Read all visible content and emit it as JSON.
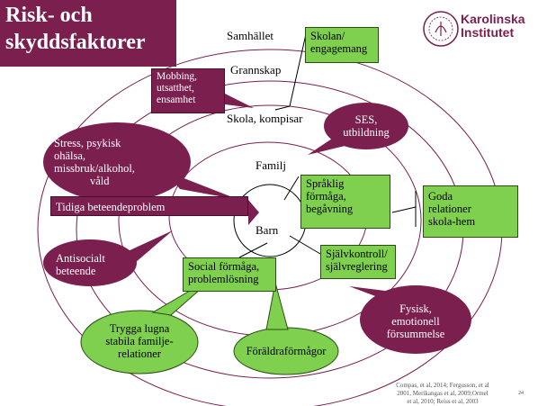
{
  "title": {
    "line1": "Risk- och",
    "line2": "skyddsfaktorer"
  },
  "logo": {
    "line1": "Karolinska",
    "line2": "Institutet",
    "seal_text": "KAROLINSKA INSTITUTET ANNO 1810"
  },
  "levels": {
    "society": "Samhället",
    "neighborhood": "Grannskap",
    "school": "Skola, kompisar",
    "family": "Familj",
    "child": "Barn"
  },
  "protective": {
    "school": {
      "line1": "Skolan/",
      "line2": "engagemang"
    },
    "language": {
      "line1": "Språklig",
      "line2": "förmåga,",
      "line3": "begåvning"
    },
    "relations": {
      "line1": "Goda",
      "line2": "relationer",
      "line3": "skola-hem"
    },
    "selfcontrol": {
      "line1": "Självkontroll/",
      "line2": "självreglering"
    },
    "social": {
      "line1": "Social förmåga,",
      "line2": "problemlösning"
    },
    "family_env": {
      "line1": "Trygga lugna",
      "line2": "stabila familje-",
      "line3": "relationer"
    },
    "parenting": "Föräldraförmågor"
  },
  "risk": {
    "mobbing": {
      "line1": "Mobbing,",
      "line2": "utsatthet,",
      "line3": "ensamhet"
    },
    "ses": {
      "line1": "SES,",
      "line2": "utbildning"
    },
    "stress": {
      "line1": "Stress, psykisk",
      "line2": "ohälsa,",
      "line3": "missbruk/alkohol,",
      "line4": "våld"
    },
    "early": "Tidiga beteendeproblem",
    "antisocial": {
      "line1": "Antisocialt",
      "line2": "beteende"
    },
    "physical": {
      "line1": "Fysisk,",
      "line2": "emotionell",
      "line3": "försummelse"
    }
  },
  "citation": {
    "line1": "Compas, et al, 2014; Fergusson, et al",
    "line2": "2001, Merikangas et al, 2009;Ormel",
    "line3": "et al, 2010; Reiss et al, 2003"
  },
  "page_number": "24",
  "colors": {
    "maroon": "#7b1f4e",
    "green": "#7fd04e"
  }
}
